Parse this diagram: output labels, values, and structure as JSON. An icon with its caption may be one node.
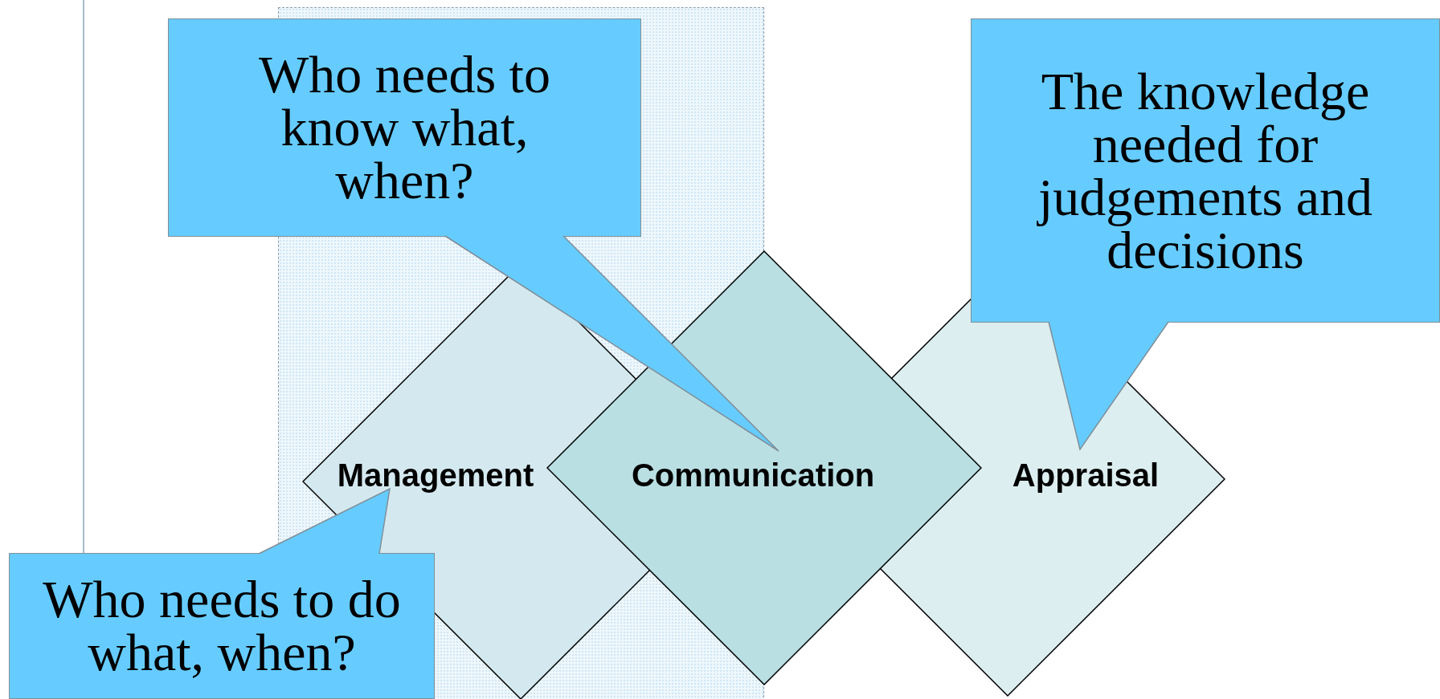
{
  "diagram": {
    "nodes": [
      {
        "text": [
          "Who needs to know what, when?"
        ]
      },
      {
        "text": [
          "The knowledge needed for judgements and decisions"
        ]
      },
      {
        "text": [
          "Management"
        ]
      },
      {
        "text": [
          "Communication"
        ]
      },
      {
        "text": [
          "Appraisal"
        ]
      },
      {
        "text": [
          "Who needs to do what, when?"
        ]
      }
    ]
  }
}
